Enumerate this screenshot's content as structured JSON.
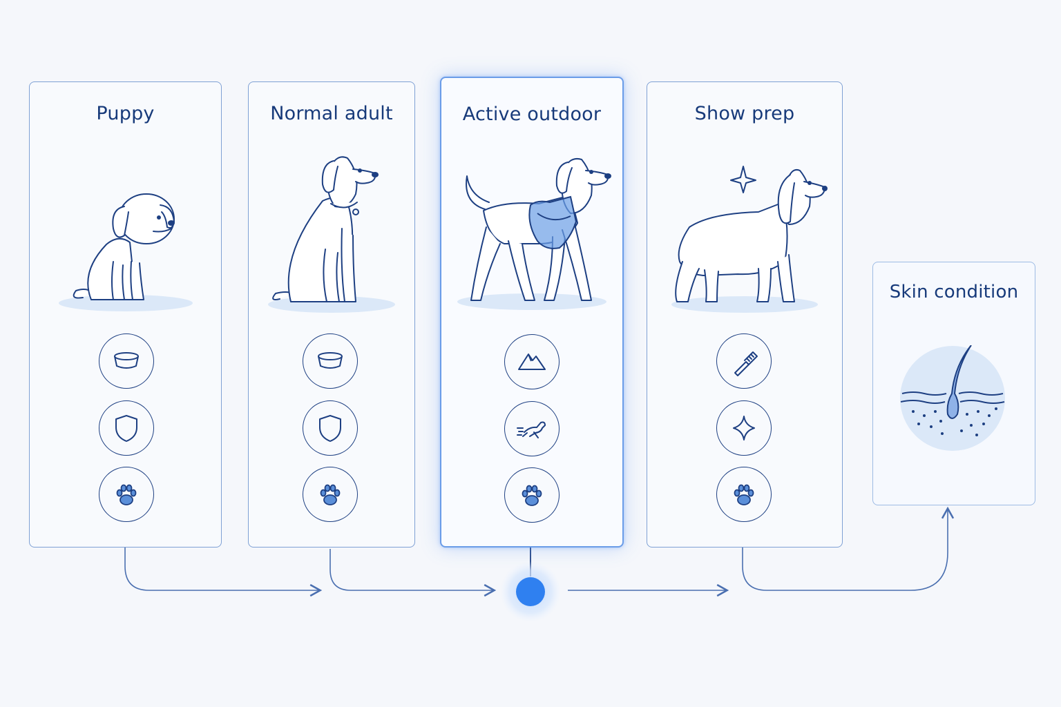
{
  "cards": [
    {
      "title": "Puppy",
      "icons": [
        "food-bowl-icon",
        "shield-icon",
        "paw-icon"
      ]
    },
    {
      "title": "Normal adult",
      "icons": [
        "food-bowl-icon",
        "shield-icon",
        "paw-icon"
      ]
    },
    {
      "title": "Active outdoor",
      "selected": true,
      "icons": [
        "mountain-icon",
        "running-dog-icon",
        "paw-icon"
      ]
    },
    {
      "title": "Show prep",
      "icons": [
        "comb-icon",
        "sparkle-icon",
        "paw-icon"
      ]
    },
    {
      "title": "Skin condition",
      "icons": [
        "hair-follicle-skin-icon"
      ]
    }
  ],
  "colors": {
    "background": "#f5f7fb",
    "stroke": "#1d3f82",
    "card_border": "#7ea0d4",
    "accent": "#2f80f0",
    "fill_light": "#dbe8f8"
  }
}
